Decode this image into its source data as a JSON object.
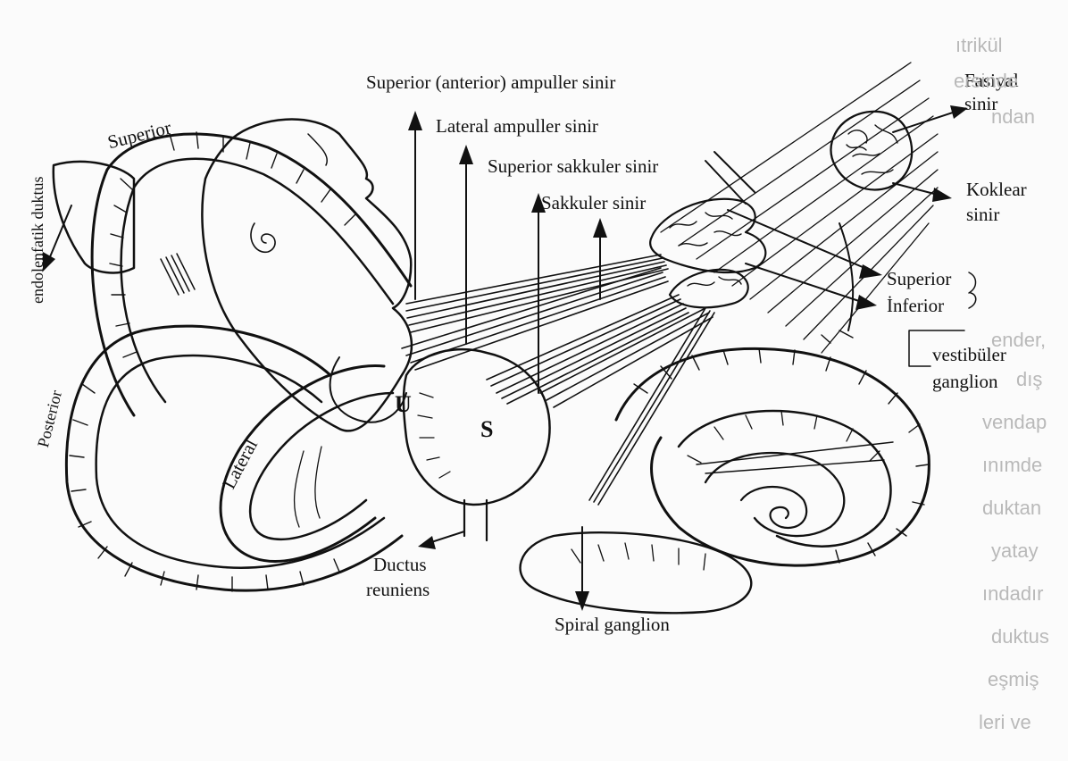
{
  "labels": {
    "superior_anterior_ampuller": "Superior (anterior) ampuller sinir",
    "lateral_ampuller": "Lateral ampuller sinir",
    "superior_sakkuler": "Superior sakkuler sinir",
    "sakkuler": "Sakkuler sinir",
    "fasiyal_1": "Fasiyal",
    "fasiyal_2": "sinir",
    "koklear_1": "Koklear",
    "koklear_2": "sinir",
    "superior_branch": "Superior",
    "inferior_branch": "İnferior",
    "vestibuler_1": "vestibüler",
    "vestibuler_2": "ganglion",
    "canal_superior": "Superior",
    "canal_posterior": "Posterior",
    "canal_lateral": "Lateral",
    "endolenfatik": "endolenfatik duktus",
    "utricle": "U",
    "saccule": "S",
    "ductus_1": "Ductus",
    "ductus_2": "reuniens",
    "spiral_ganglion": "Spiral ganglion"
  },
  "background_text": [
    "ıtrikül",
    "ersinde",
    "ndan",
    "ender,",
    "dış",
    "vendap",
    "ınımde",
    "duktan",
    "yatay",
    "ındadır",
    "duktus",
    "eşmiş",
    "leri ve"
  ],
  "colors": {
    "ink": "#111111",
    "paper": "#fbfbfb",
    "bleed": "#b9b9b9"
  }
}
